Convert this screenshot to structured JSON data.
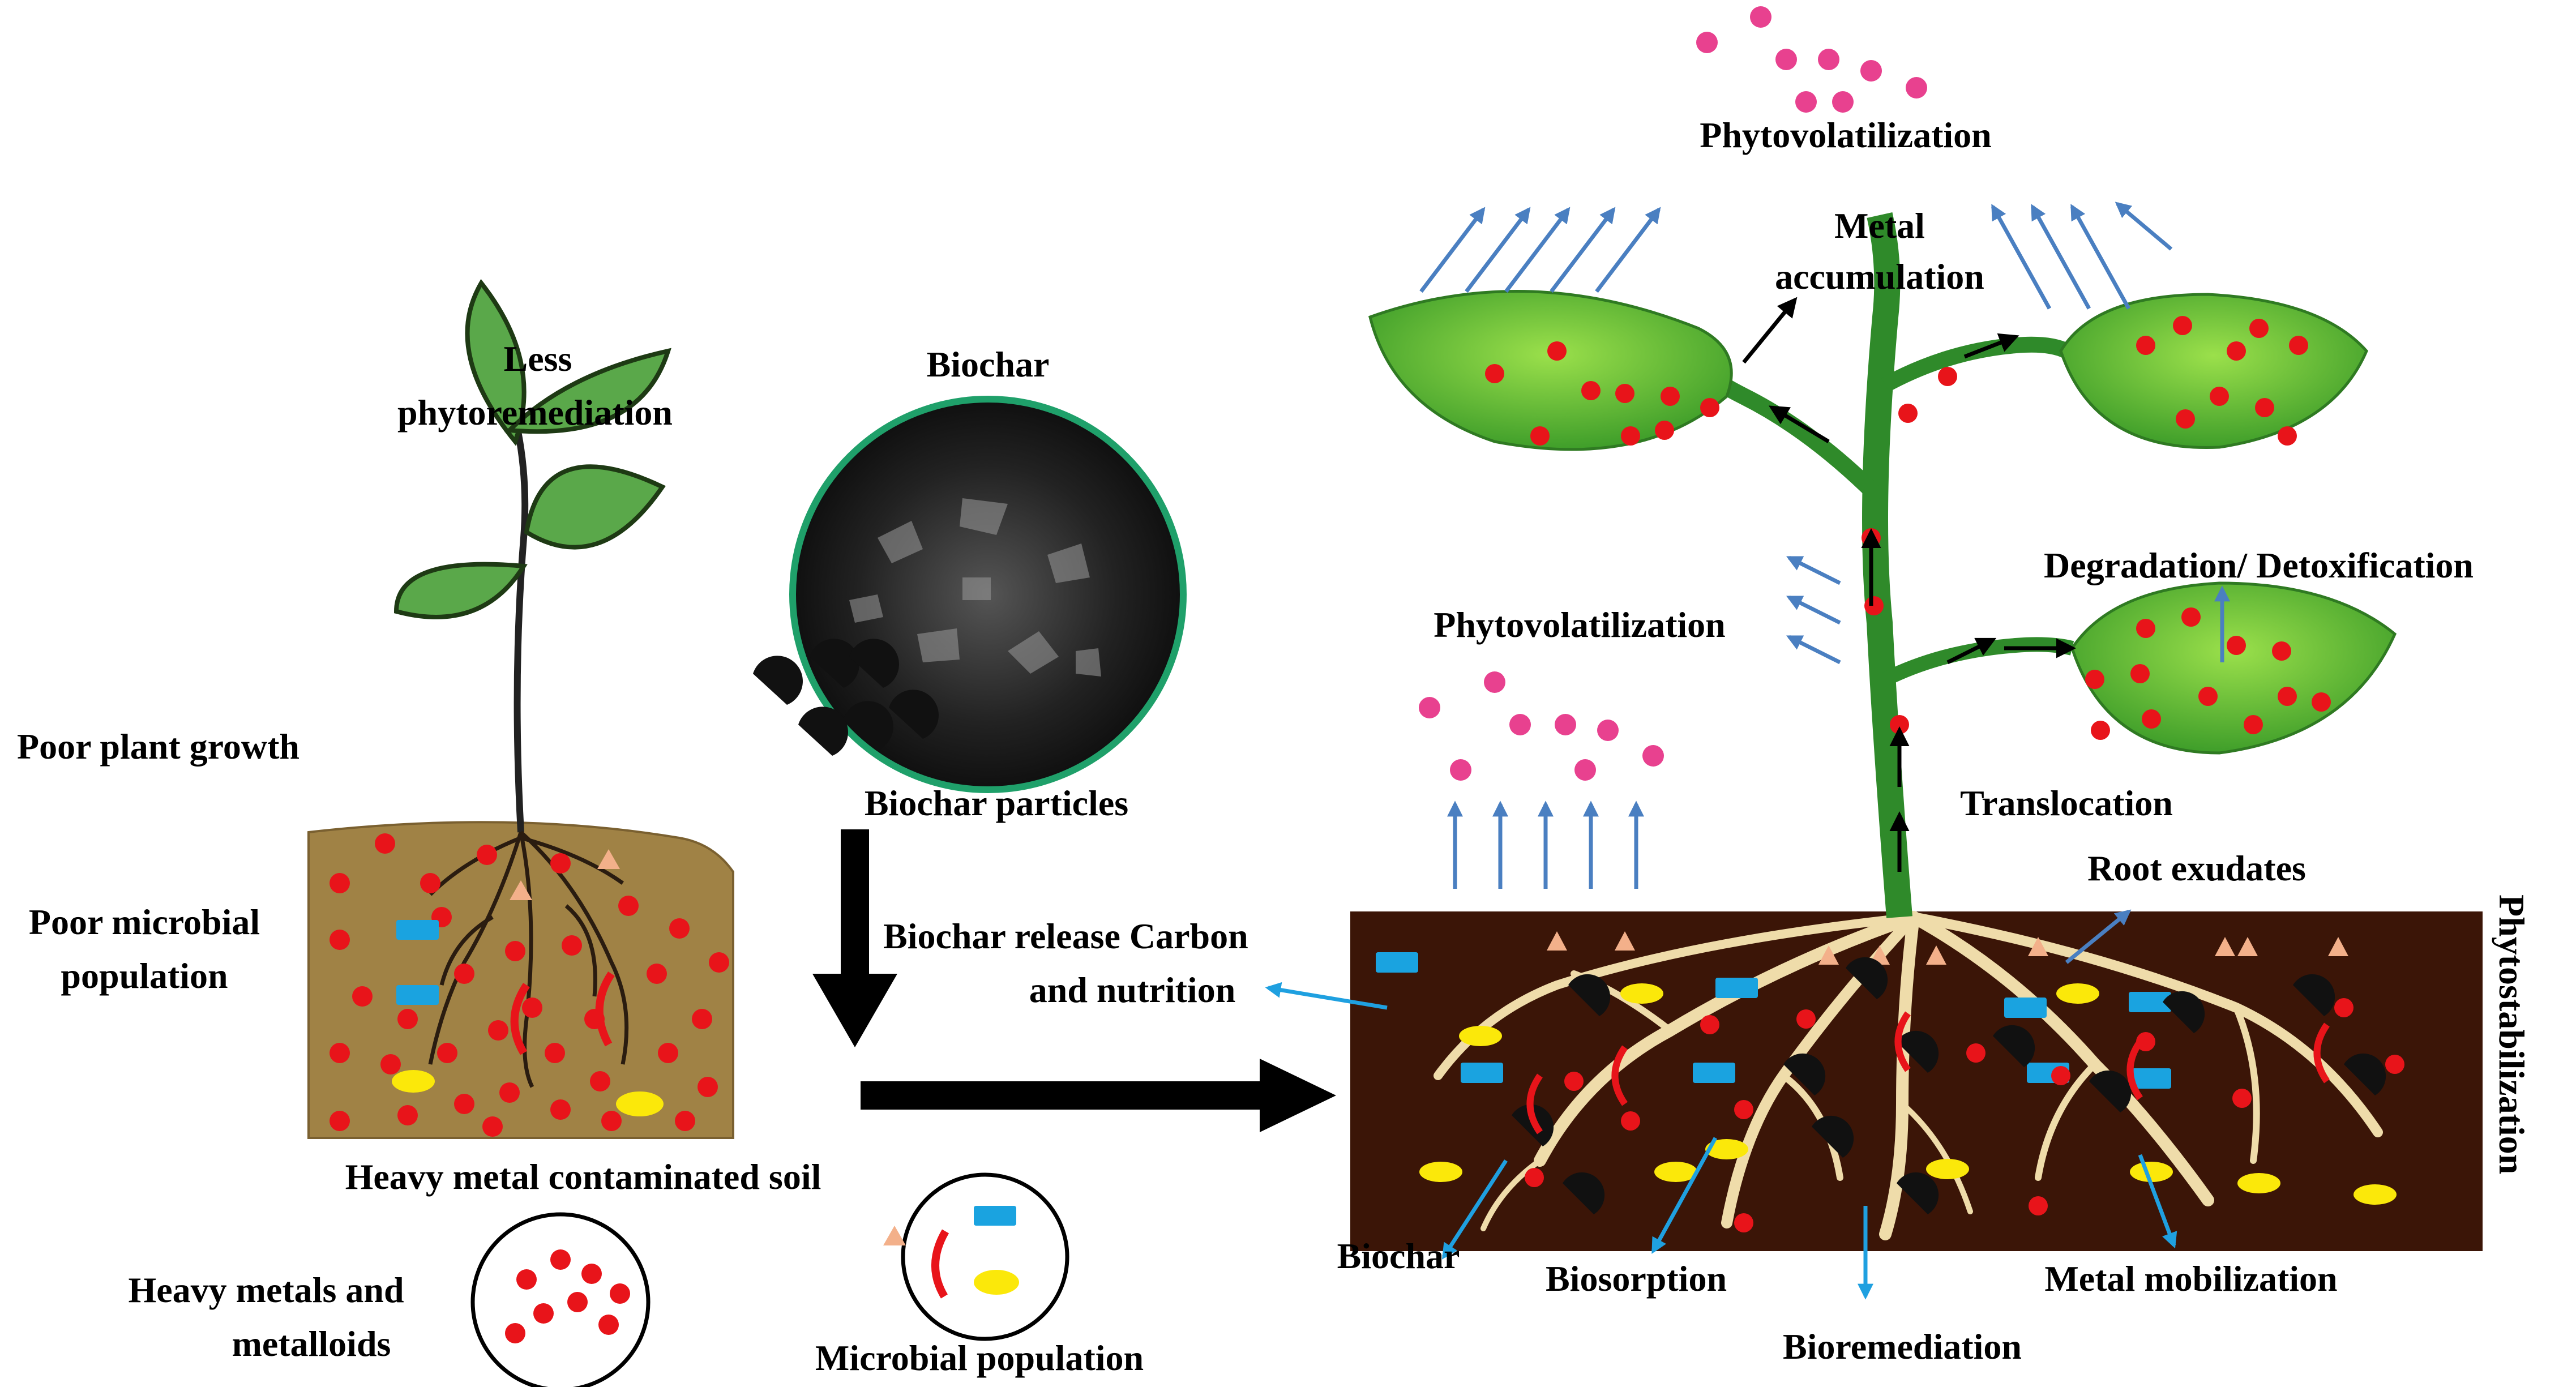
{
  "labels": {
    "less_phyto_1": "Less",
    "less_phyto_2": "phytoremediation",
    "poor_plant_growth": "Poor plant growth",
    "poor_microbial_1": "Poor microbial",
    "poor_microbial_2": "population",
    "heavy_metal_soil": "Heavy metal contaminated soil",
    "heavy_metals_1": "Heavy metals and",
    "heavy_metals_2": "metalloids",
    "microbial_population": "Microbial population",
    "biochar_title": "Biochar",
    "biochar_particles": "Biochar particles",
    "biochar_release_1": "Biochar release  Carbon",
    "biochar_release_2": "and nutrition",
    "phytovolatilization_top": "Phytovolatilization",
    "metal_accumulation_1": "Metal",
    "metal_accumulation_2": "accumulation",
    "phytovolatilization_mid": "Phytovolatilization",
    "degradation": "Degradation/ Detoxification",
    "translocation": "Translocation",
    "root_exudates": "Root exudates",
    "phytostabilization": "Phytostabilization",
    "biochar_label": "Biochar",
    "biosorption": "Biosorption",
    "metal_mobilization": "Metal mobilization",
    "bioremediation": "Bioremediation"
  },
  "colors": {
    "heavy_metal_dot": "#e8141a",
    "volatile_dot": "#e8418f",
    "blue_arrow": "#4a7fc1",
    "cyan_arrow": "#1fa0e0",
    "leaf": "#5cbf3a",
    "stem": "#2f8a2a",
    "soil_left": "#a08245",
    "soil_right": "#3b1507",
    "root": "#efdcaa",
    "microbe_blue": "#1aa3e0",
    "microbe_yellow": "#fbe80a",
    "microbe_peach": "#f3b08a",
    "biochar": "#111111"
  }
}
